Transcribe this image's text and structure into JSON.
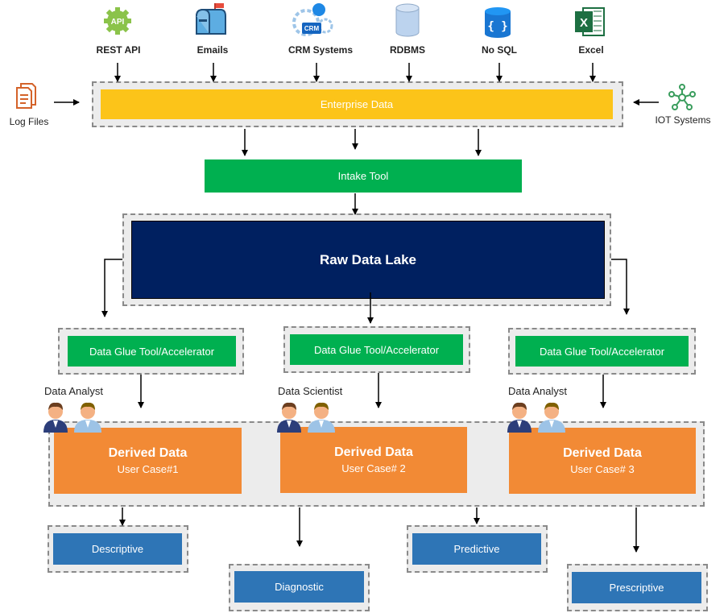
{
  "sources": {
    "rest_api": "REST API",
    "emails": "Emails",
    "crm": "CRM Systems",
    "crm_badge": "CRM",
    "rdbms": "RDBMS",
    "nosql": "No SQL",
    "nosql_glyph": "{ }",
    "excel": "Excel",
    "excel_glyph": "X",
    "api_glyph": "API",
    "log_files": "Log Files",
    "iot": "IOT Systems"
  },
  "enterprise_data": "Enterprise Data",
  "intake_tool": "Intake Tool",
  "raw_data_lake": "Raw Data Lake",
  "glue_tools": [
    "Data Glue Tool/Accelerator",
    "Data Glue Tool/Accelerator",
    "Data Glue Tool/Accelerator"
  ],
  "roles": [
    "Data Analyst",
    "Data Scientist",
    "Data Analyst"
  ],
  "derived": [
    {
      "title": "Derived Data",
      "subtitle": "User Case#1"
    },
    {
      "title": "Derived Data",
      "subtitle": "User Case# 2"
    },
    {
      "title": "Derived Data",
      "subtitle": "User Case# 3"
    }
  ],
  "analytics": {
    "descriptive": "Descriptive",
    "diagnostic": "Diagnostic",
    "predictive": "Predictive",
    "prescriptive": "Prescriptive"
  },
  "colors": {
    "enterprise": "#fcc419",
    "green": "#00b050",
    "navy": "#002060",
    "orange": "#f28a35",
    "blue": "#2e75b6"
  }
}
